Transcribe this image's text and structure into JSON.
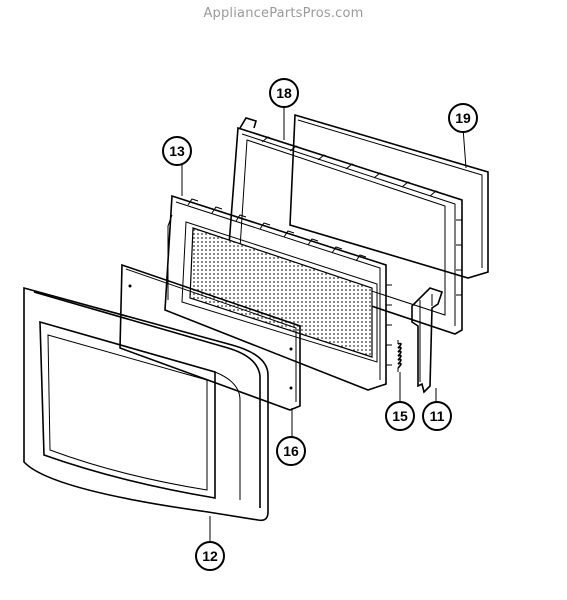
{
  "watermark": "AppliancePartsPros.com",
  "colors": {
    "ink": "#000000",
    "paper": "#ffffff",
    "watermark": "#9a9a9a"
  },
  "callouts": [
    {
      "id": "c18",
      "label": "18"
    },
    {
      "id": "c19",
      "label": "19"
    },
    {
      "id": "c13",
      "label": "13"
    },
    {
      "id": "c15",
      "label": "15"
    },
    {
      "id": "c11",
      "label": "11"
    },
    {
      "id": "c16",
      "label": "16"
    },
    {
      "id": "c12",
      "label": "12"
    }
  ]
}
